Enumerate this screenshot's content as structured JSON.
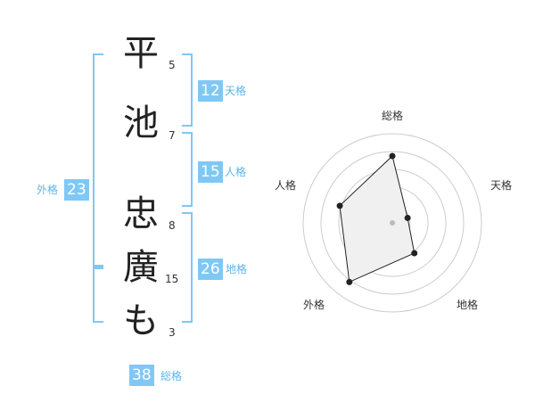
{
  "characters": [
    {
      "char": "平",
      "strokes": "5"
    },
    {
      "char": "池",
      "strokes": "7"
    },
    {
      "char": "忠",
      "strokes": "8"
    },
    {
      "char": "廣",
      "strokes": "15"
    },
    {
      "char": "も",
      "strokes": "3"
    }
  ],
  "kaku": {
    "tenkaku": {
      "value": "12",
      "label": "天格"
    },
    "jinkaku": {
      "value": "15",
      "label": "人格"
    },
    "chikaku": {
      "value": "26",
      "label": "地格"
    },
    "gaikaku": {
      "value": "23",
      "label": "外格"
    },
    "soukaku": {
      "value": "38",
      "label": "総格"
    }
  },
  "radar": {
    "axes": [
      "総格",
      "天格",
      "地格",
      "外格",
      "人格"
    ],
    "values": [
      0.75,
      0.18,
      0.42,
      0.82,
      0.62
    ],
    "colors": {
      "fill": "#f0f0f0",
      "line": "#222222",
      "grid": "#cccccc",
      "badge": "#7fc8f5"
    }
  }
}
